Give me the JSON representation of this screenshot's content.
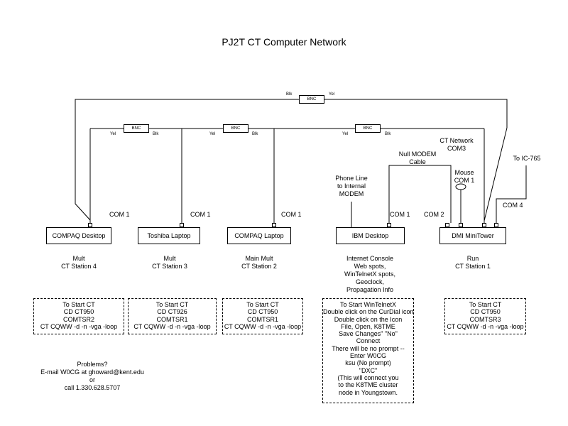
{
  "title": "PJ2T CT Computer Network",
  "bnc_label": "BNC",
  "cable_colors": {
    "yel": "Yel",
    "blk": "Blk"
  },
  "computers": {
    "compaq_desktop": "COMPAQ Desktop",
    "toshiba_laptop": "Toshiba Laptop",
    "compaq_laptop": "COMPAQ Laptop",
    "ibm_desktop": "IBM Desktop",
    "dmi_minitower": "DMI MiniTower"
  },
  "ports": {
    "com1": "COM 1",
    "com2": "COM 2",
    "com4": "COM 4"
  },
  "annotations": {
    "phone_line": [
      "Phone Line",
      "to Internal",
      "MODEM"
    ],
    "null_modem": [
      "Null MODEM",
      "Cable"
    ],
    "ct_network": [
      "CT Network",
      "COM3"
    ],
    "mouse": [
      "Mouse",
      "COM 1"
    ],
    "to_ic765": "To IC-765"
  },
  "stations": {
    "s4": [
      "Mult",
      "CT Station 4"
    ],
    "s3": [
      "Mult",
      "CT Station 3"
    ],
    "s2": [
      "Main Mult",
      "CT Station 2"
    ],
    "internet": [
      "Internet Console",
      "Web spots,",
      "WinTelnetX spots,",
      "Geoclock,",
      "Propagation Info"
    ],
    "s1": [
      "Run",
      "CT Station 1"
    ]
  },
  "instructions": {
    "s4": [
      "To Start CT",
      "CD CT950",
      "COMTSR2",
      "CT CQWW -d -n -vga -loop"
    ],
    "s3": [
      "To Start CT",
      "CD CT926",
      "COMTSR1",
      "CT CQWW -d -n -vga -loop"
    ],
    "s2": [
      "To Start CT",
      "CD CT950",
      "COMTSR1",
      "CT CQWW -d -n -vga -loop"
    ],
    "internet": [
      "To Start WinTelnetX",
      "Double click on the CurDial icon",
      "Double click on the Icon",
      "File, Open, K8TME",
      "Save Changes\" \"No\"",
      "Connect",
      "There will be no prompt --",
      "Enter W0CG",
      "ksu (No prompt)",
      "\"DXC\"",
      "(This will connect you",
      "to the K8TME cluster",
      "node in Youngstown."
    ],
    "s1": [
      "To Start CT",
      "CD CT950",
      "COMTSR3",
      "CT CQWW -d -n -vga -loop"
    ]
  },
  "problems": [
    "Problems?",
    "E-mail W0CG at ghoward@kent.edu",
    "or",
    "call 1.330.628.5707"
  ]
}
